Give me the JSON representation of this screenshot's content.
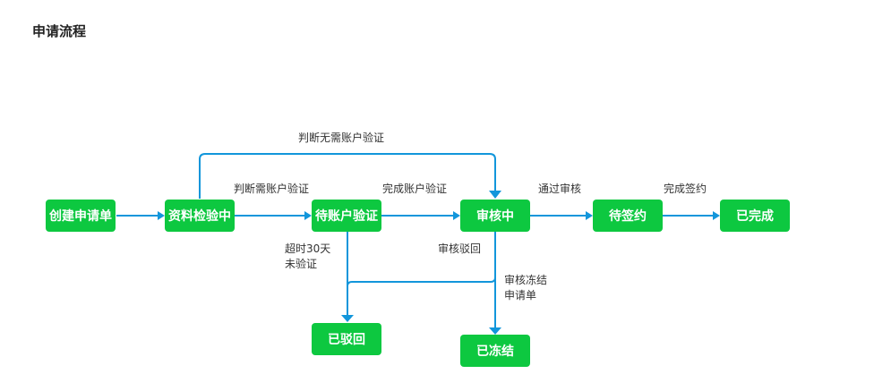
{
  "header": {
    "title": "申请流程"
  },
  "colors": {
    "node": "#0dc840",
    "edge": "#1296db"
  },
  "nodes": {
    "create": "创建申请单",
    "check": "资料检验中",
    "verify": "待账户验证",
    "review": "审核中",
    "sign": "待签约",
    "done": "已完成",
    "rejected": "已驳回",
    "frozen": "已冻结"
  },
  "edges": {
    "no_verify": "判断无需账户验证",
    "need_verify": "判断需账户验证",
    "verified": "完成账户验证",
    "approved": "通过审核",
    "signed": "完成签约",
    "timeout_1": "超时30天",
    "timeout_2": "未验证",
    "review_reject": "审核驳回",
    "freeze_1": "审核冻结",
    "freeze_2": "申请单"
  }
}
